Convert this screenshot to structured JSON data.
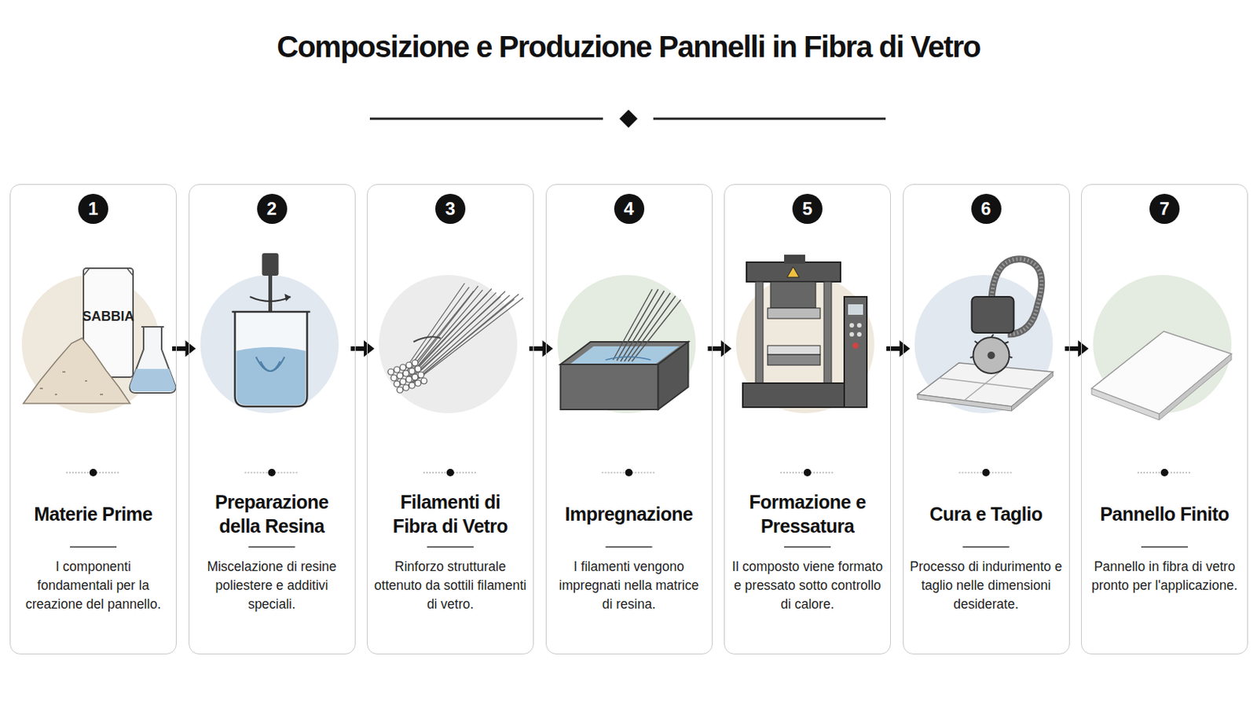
{
  "diagram": {
    "title": "Composizione e Produzione Pannelli in Fibra di Vetro",
    "nodes": [
      {
        "text": [
          "Materie Prime",
          "I componenti fondamentali per la creazione del pannello."
        ]
      },
      {
        "text": [
          "1"
        ],
        "in": 0
      },
      {
        "text": [
          "Preparazione della Resina",
          "Miscelazione di resine poliestere e additivi speciali."
        ]
      },
      {
        "text": [
          "2"
        ],
        "in": 2
      },
      {
        "text": [
          "Filamenti di Fibra di Vetro",
          "Rinforzo strutturale ottenuto da sottili filamenti di vetro."
        ]
      },
      {
        "text": [
          "3"
        ],
        "in": 4
      },
      {
        "text": [
          "Impregnazione",
          "I filamenti vengono impregnati nella matrice di resina."
        ]
      },
      {
        "text": [
          "4"
        ],
        "in": 6
      },
      {
        "text": [
          "Formazione e Pressatura",
          "Il composto viene formato e pressato sotto controllo di calore."
        ]
      },
      {
        "text": [
          "5"
        ],
        "in": 8
      },
      {
        "text": [
          "Cura e Taglio",
          "Processo di indurimento e taglio nelle dimensioni desiderate."
        ]
      },
      {
        "text": [
          "6"
        ],
        "in": 10
      },
      {
        "text": [
          "Pannello Finito",
          "Pannello in fibra di vetro pronto per l'applicazione."
        ]
      },
      {
        "text": [
          "7"
        ],
        "in": 12
      }
    ],
    "edges": [
      {
        "from": 0,
        "to": 2,
        "arrow": "to"
      },
      {
        "from": 2,
        "to": 4,
        "arrow": "to"
      },
      {
        "from": 4,
        "to": 6,
        "arrow": "to"
      },
      {
        "from": 6,
        "to": 8,
        "arrow": "to"
      },
      {
        "from": 8,
        "to": 10,
        "arrow": "to"
      },
      {
        "from": 10,
        "to": 12,
        "arrow": "to"
      }
    ],
    "labels": [
      "SABBIA"
    ]
  }
}
